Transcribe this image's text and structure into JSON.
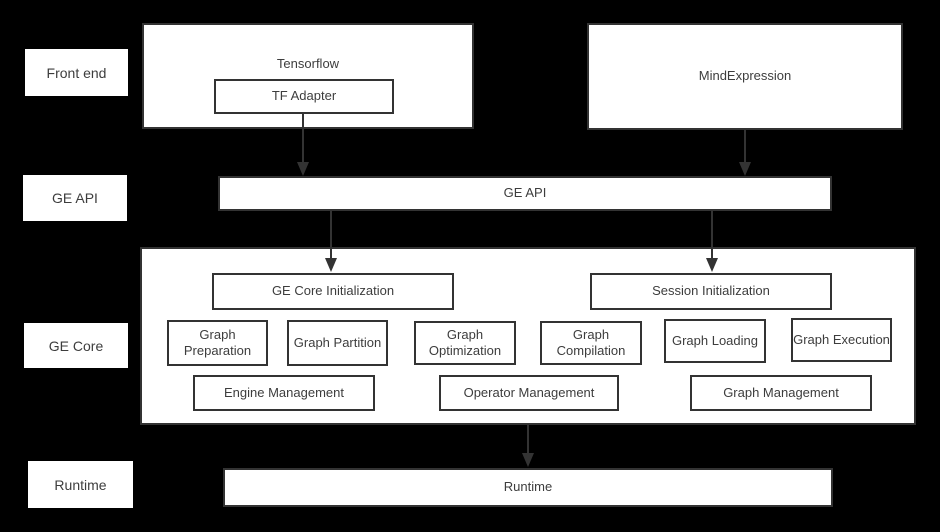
{
  "colors": {
    "background": "#000000",
    "box_fill": "#ffffff",
    "border": "#333333",
    "text": "#3d3d3d"
  },
  "side_labels": {
    "front_end": "Front end",
    "ge_api": "GE API",
    "ge_core": "GE Core",
    "runtime": "Runtime"
  },
  "front_end": {
    "tensorflow_title": "Tensorflow",
    "tf_adapter": "TF Adapter",
    "mind_expression": "MindExpression"
  },
  "ge_api": {
    "label": "GE API"
  },
  "ge_core": {
    "initialization": [
      "GE Core Initialization",
      "Session Initialization"
    ],
    "stages": [
      "Graph Preparation",
      "Graph Partition",
      "Graph Optimization",
      "Graph Compilation",
      "Graph Loading",
      "Graph Execution"
    ],
    "management": [
      "Engine Management",
      "Operator Management",
      "Graph Management"
    ]
  },
  "runtime": {
    "label": "Runtime"
  }
}
